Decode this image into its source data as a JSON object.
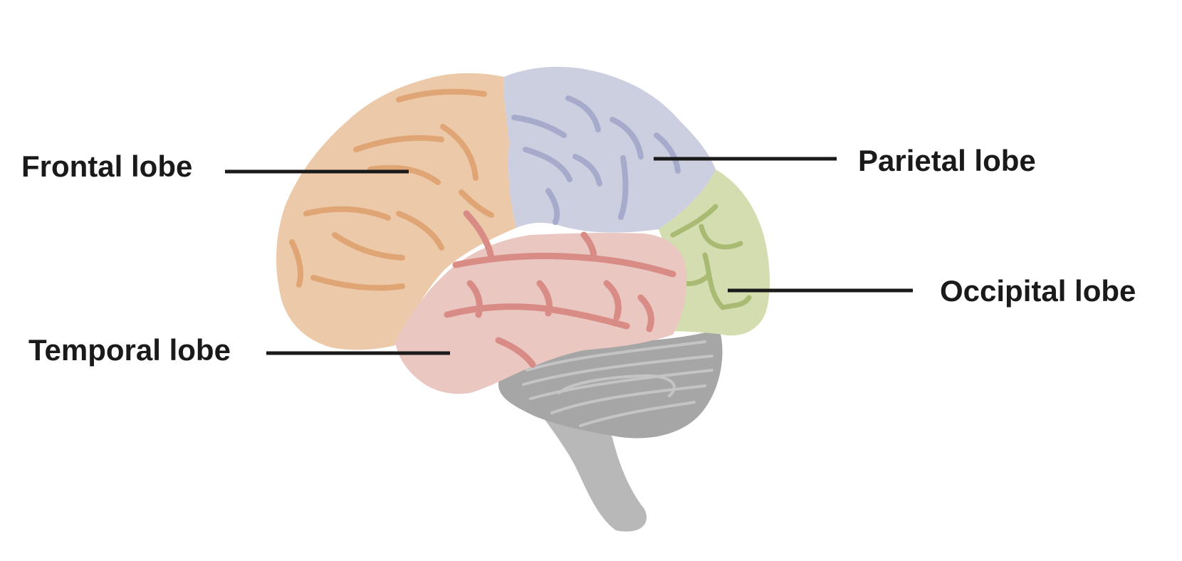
{
  "labels": {
    "frontal": "Frontal lobe",
    "parietal": "Parietal lobe",
    "occipital": "Occipital lobe",
    "temporal": "Temporal lobe"
  },
  "colors": {
    "frontal_fill": "#ecc9a8",
    "frontal_sulcus": "#e0a574",
    "parietal_fill": "#cccfdf",
    "parietal_sulcus": "#a7abcb",
    "occipital_fill": "#d3ddb0",
    "occipital_sulcus": "#a9bb73",
    "temporal_fill": "#eac7c1",
    "temporal_sulcus": "#d98c86",
    "cerebellum_fill": "#a6a6a6",
    "cerebellum_stripe": "#c4c4c4",
    "brainstem_fill": "#b8b8b8",
    "text": "#1a1a1a"
  }
}
